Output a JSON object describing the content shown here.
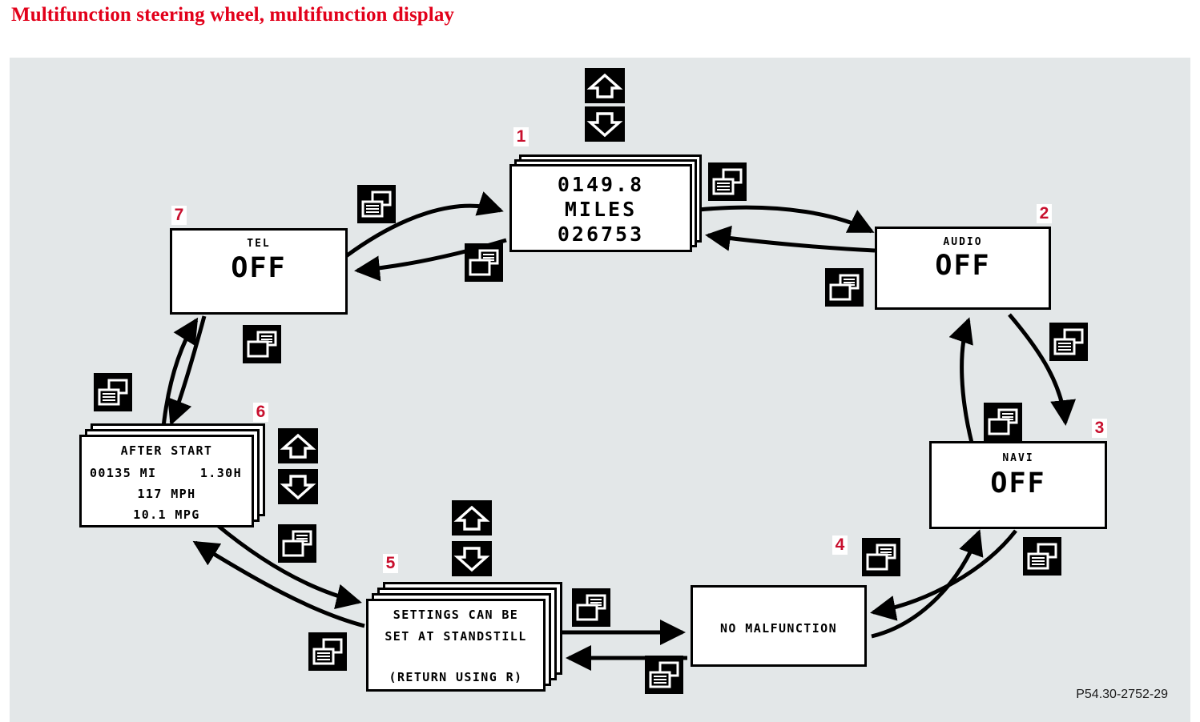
{
  "title": "Multifunction steering wheel, multifunction display",
  "caption": "P54.30-2752-29",
  "colors": {
    "title_red": "#e2001a",
    "index_red": "#c8102e",
    "panel_bg": "#e3e7e8",
    "screen_bg": "#ffffff",
    "ink": "#000000"
  },
  "screens": [
    {
      "index": "1",
      "name": "odometer-trip-display",
      "stacked": true,
      "lines": [
        "0149.8",
        "MILES",
        "026753"
      ]
    },
    {
      "index": "2",
      "name": "audio-display",
      "stacked": false,
      "header": "AUDIO",
      "value": "OFF"
    },
    {
      "index": "3",
      "name": "navi-display",
      "stacked": false,
      "header": "NAVI",
      "value": "OFF"
    },
    {
      "index": "4",
      "name": "malfunction-display",
      "stacked": false,
      "value": "NO MALFUNCTION"
    },
    {
      "index": "5",
      "name": "settings-display",
      "stacked": true,
      "lines": [
        "SETTINGS CAN BE",
        "SET AT STANDSTILL",
        "(RETURN USING R)"
      ]
    },
    {
      "index": "6",
      "name": "after-start-display",
      "stacked": true,
      "header": "AFTER START",
      "left_value": "00135 MI",
      "right_value": "1.30H",
      "lines": [
        "117 MPH",
        "10.1 MPG"
      ]
    },
    {
      "index": "7",
      "name": "telephone-display",
      "stacked": false,
      "header": "TEL",
      "value": "OFF"
    }
  ],
  "icons": {
    "scroll_up": "arrow-up-icon",
    "scroll_down": "arrow-down-icon",
    "page_forward": "page-forward-icon",
    "page_back": "page-back-icon"
  }
}
